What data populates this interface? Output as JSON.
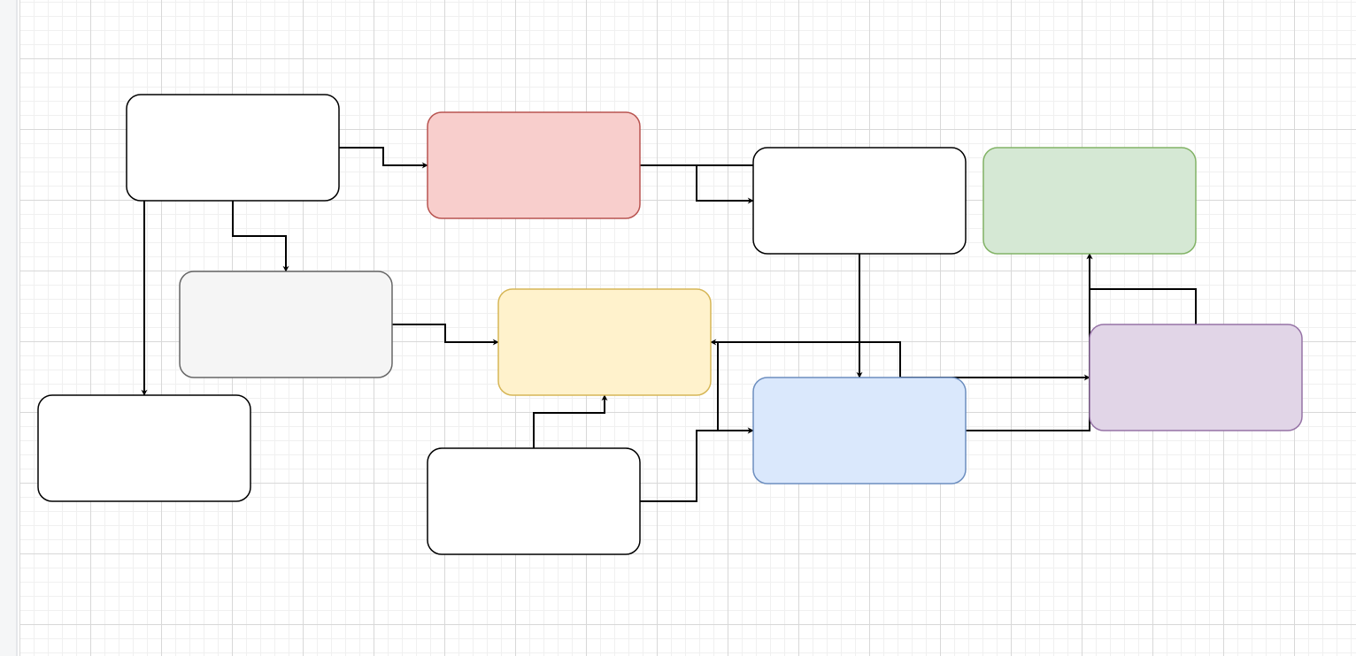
{
  "diagram": {
    "nodes": [
      {
        "id": "n1",
        "label": "",
        "fill": "#ffffff",
        "stroke": "#000000"
      },
      {
        "id": "n2",
        "label": "",
        "fill": "#f8cecc",
        "stroke": "#b85450"
      },
      {
        "id": "n3",
        "label": "",
        "fill": "#ffffff",
        "stroke": "#000000"
      },
      {
        "id": "n4",
        "label": "",
        "fill": "#d5e8d4",
        "stroke": "#82b366"
      },
      {
        "id": "n5",
        "label": "",
        "fill": "#f5f5f5",
        "stroke": "#666666"
      },
      {
        "id": "n6",
        "label": "",
        "fill": "#fff2cc",
        "stroke": "#d6b656"
      },
      {
        "id": "n7",
        "label": "",
        "fill": "#ffffff",
        "stroke": "#000000"
      },
      {
        "id": "n8",
        "label": "",
        "fill": "#dae8fc",
        "stroke": "#6c8ebf"
      },
      {
        "id": "n9",
        "label": "",
        "fill": "#e1d5e7",
        "stroke": "#9673a6"
      },
      {
        "id": "n10",
        "label": "",
        "fill": "#ffffff",
        "stroke": "#000000"
      }
    ],
    "edges": [
      {
        "from": "n1",
        "to": "n2"
      },
      {
        "from": "n1",
        "to": "n5"
      },
      {
        "from": "n1",
        "to": "n7"
      },
      {
        "from": "n2",
        "to": "n3"
      },
      {
        "from": "n2",
        "to": "n8"
      },
      {
        "from": "n5",
        "to": "n6"
      },
      {
        "from": "n10",
        "to": "n6"
      },
      {
        "from": "n10",
        "to": "n8"
      },
      {
        "from": "n8",
        "to": "n6"
      },
      {
        "from": "n8",
        "to": "n9"
      },
      {
        "from": "n8",
        "to": "n4"
      },
      {
        "from": "n9",
        "to": "n4"
      }
    ]
  }
}
